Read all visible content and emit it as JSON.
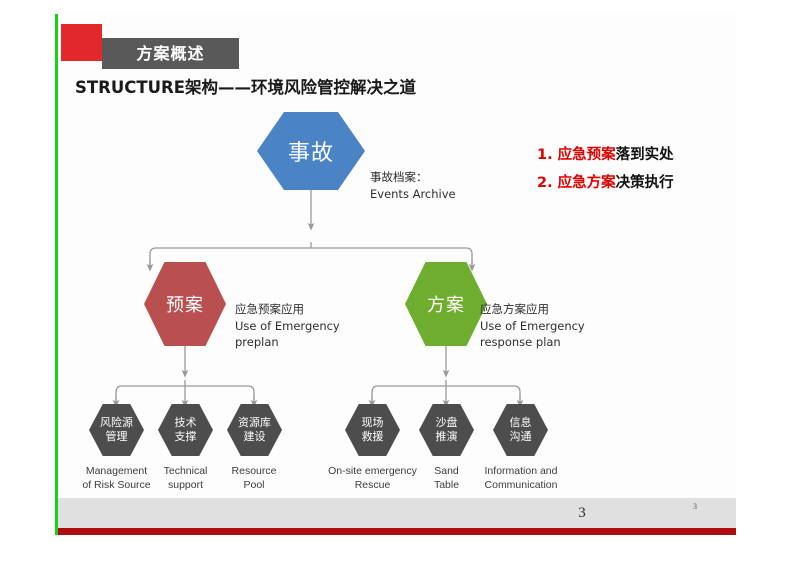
{
  "slide": {
    "tab_label": "方案概述",
    "title": "STRUCTURE架构——环境风险管控解决之道",
    "page_number": "3",
    "page_number_small": "3"
  },
  "colors": {
    "red_tab": "#e2282d",
    "gray_tab": "#595959",
    "hex_blue": "#4a84c4",
    "hex_red": "#b9504f",
    "hex_green": "#6fad2f",
    "hex_gray": "#4d4d4d",
    "accent_red_text": "#e00000",
    "left_rule_green": "#16d316",
    "footer_band": "#e0e0e0",
    "footer_rule": "#b00d12"
  },
  "diagram": {
    "root": {
      "hex_label": "事故",
      "caption": "事故档案：\nEvents  Archive"
    },
    "branches": [
      {
        "hex_label": "预案",
        "caption": "应急预案应用\nUse of Emergency\npreplan",
        "leaves": [
          {
            "hex_label": "风险源\n管理",
            "caption": "Management\nof Risk Source"
          },
          {
            "hex_label": "技术\n支撑",
            "caption": "Technical\nsupport"
          },
          {
            "hex_label": "资源库\n建设",
            "caption": "Resource\nPool"
          }
        ]
      },
      {
        "hex_label": "方案",
        "caption": "应急方案应用\nUse of Emergency\nresponse plan",
        "leaves": [
          {
            "hex_label": "现场\n救援",
            "caption": "On-site emergency\nRescue"
          },
          {
            "hex_label": "沙盘\n推演",
            "caption": "Sand\nTable"
          },
          {
            "hex_label": "信息\n沟通",
            "caption": "Information and\nCommunication"
          }
        ]
      }
    ]
  },
  "bullets": [
    {
      "index": "1.",
      "emphasis": "应急预案",
      "rest": "落到实处"
    },
    {
      "index": "2.",
      "emphasis": "应急方案",
      "rest": "决策执行"
    }
  ]
}
